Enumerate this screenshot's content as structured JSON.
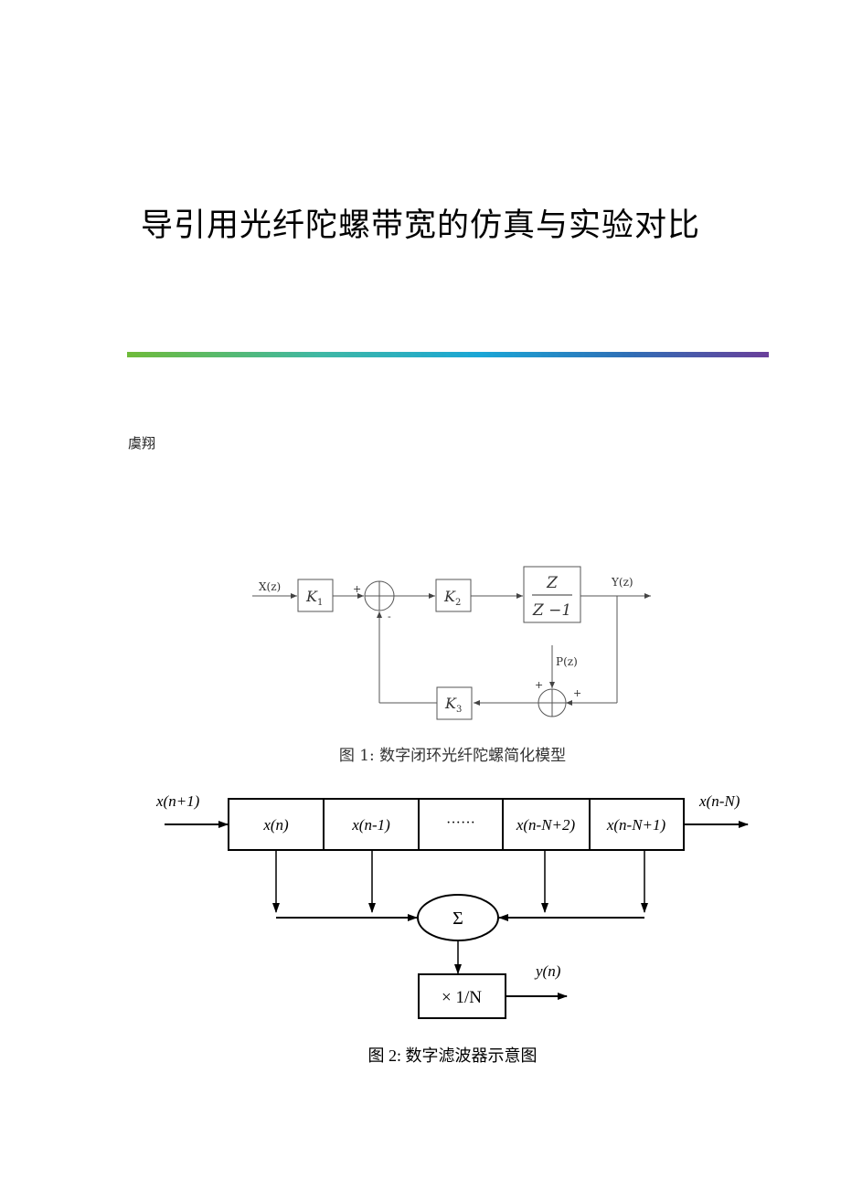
{
  "title": "导引用光纤陀螺带宽的仿真与实验对比",
  "author": "虞翔",
  "figure1": {
    "caption": "图 1:  数字闭环光纤陀螺简化模型",
    "input_label": "X(z)",
    "output_label": "Y(z)",
    "noise_label": "P(z)",
    "k1": "K",
    "k1_sub": "1",
    "k2": "K",
    "k2_sub": "2",
    "k3": "K",
    "k3_sub": "3",
    "tf_num": "Z",
    "tf_den": "Z −1",
    "plus": "+",
    "minus": "-"
  },
  "figure2": {
    "caption": "图 2:  数字滤波器示意图",
    "input_label": "x(n+1)",
    "output_label": "x(n-N)",
    "cells": [
      "x(n)",
      "x(n-1)",
      "······",
      "x(n-N+2)",
      "x(n-N+1)"
    ],
    "sum_symbol": "Σ",
    "scale_label": "× 1/N",
    "result_label": "y(n)"
  }
}
